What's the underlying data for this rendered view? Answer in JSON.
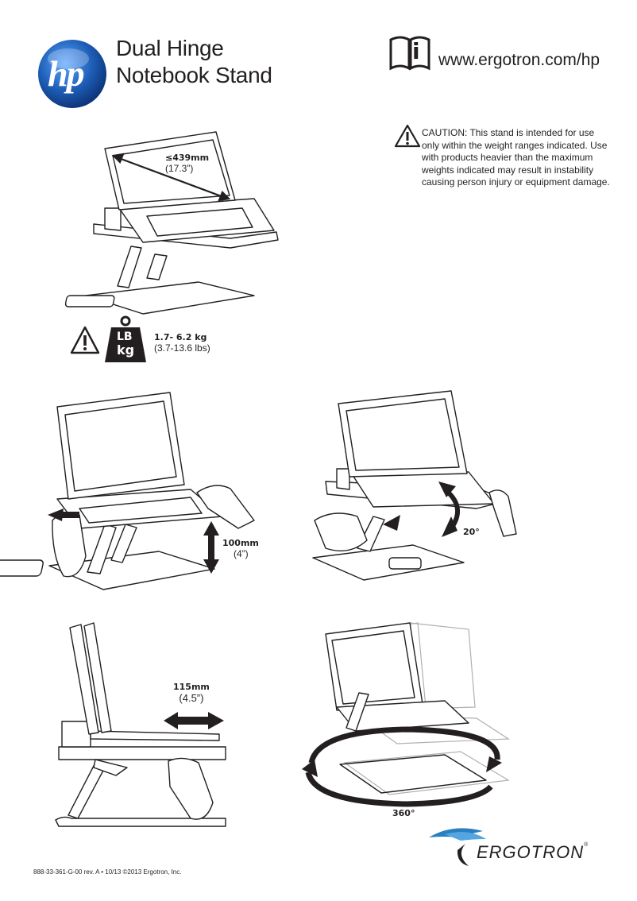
{
  "header": {
    "title_line1": "Dual Hinge",
    "title_line2": "Notebook Stand",
    "website": "www.ergotron.com/hp",
    "info_icon_label": "i"
  },
  "caution": {
    "text": "CAUTION: This stand is intended for use only within the weight ranges indicated. Use with products heavier than the maximum weights indicated may result in instability causing person injury or equipment damage."
  },
  "screen_size": {
    "mm": "≤439mm",
    "inches": "(17.3”)"
  },
  "weight": {
    "badge_top": "LB",
    "badge_bottom": "kg",
    "kg": "1.7- 6.2 kg",
    "lbs": "(3.7-13.6 lbs)"
  },
  "height_adjust": {
    "mm": "100mm",
    "inches": "(4”)"
  },
  "tilt": {
    "angle": "20°"
  },
  "depth_adjust": {
    "mm": "115mm",
    "inches": "(4.5”)"
  },
  "rotation": {
    "angle": "360°"
  },
  "brand": {
    "hp_logo": "hp",
    "ergotron": "ERGOTRON",
    "registered": "®"
  },
  "footer": {
    "text": "888-33-361-G-00 rev. A • 10/13 ©2013 Ergotron, Inc."
  },
  "colors": {
    "hp_blue": "#1f5fb8",
    "ink": "#231f20",
    "ergotron_blue": "#2a7fc0"
  }
}
